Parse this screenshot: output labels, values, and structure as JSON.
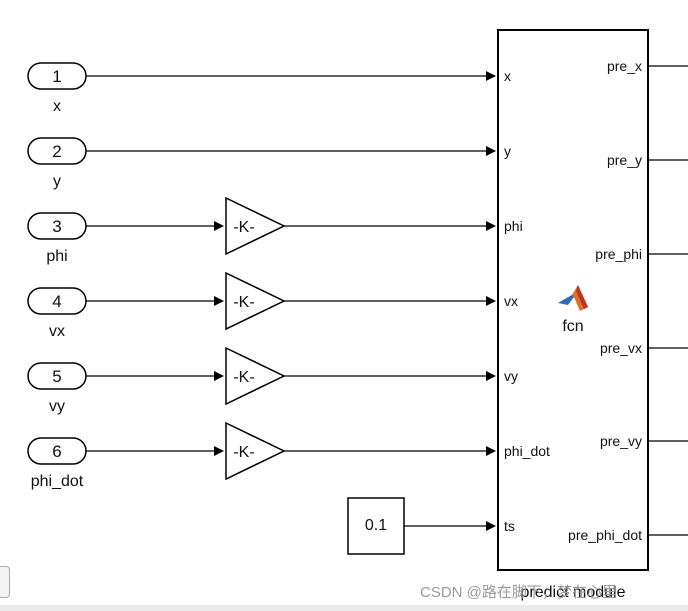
{
  "inports": [
    {
      "number": "1",
      "label": "x",
      "target_port": "x",
      "has_gain": false
    },
    {
      "number": "2",
      "label": "y",
      "target_port": "y",
      "has_gain": false
    },
    {
      "number": "3",
      "label": "phi",
      "target_port": "phi",
      "has_gain": true
    },
    {
      "number": "4",
      "label": "vx",
      "target_port": "vx",
      "has_gain": true
    },
    {
      "number": "5",
      "label": "vy",
      "target_port": "vy",
      "has_gain": true
    },
    {
      "number": "6",
      "label": "phi_dot",
      "target_port": "phi_dot",
      "has_gain": true
    }
  ],
  "gain_label": "-K-",
  "constant_value": "0.1",
  "function_block": {
    "name": "predict module",
    "function_label": "fcn",
    "inputs": [
      "x",
      "y",
      "phi",
      "vx",
      "vy",
      "phi_dot",
      "ts"
    ],
    "outputs": [
      "pre_x",
      "pre_y",
      "pre_phi",
      "pre_vx",
      "pre_vy",
      "pre_phi_dot"
    ]
  },
  "watermark": "CSDN @路在脚下，梦在心里",
  "colors": {
    "line": "#000000",
    "matlab_logo_orange": "#d9722a",
    "matlab_logo_blue": "#2b6fb6",
    "watermark": "#9a9a9a"
  }
}
